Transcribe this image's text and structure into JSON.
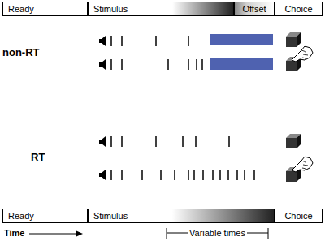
{
  "diagram": {
    "nodes": [
      {
        "text": [
          "Ready"
        ]
      },
      {
        "text": [
          "Stimulus"
        ]
      },
      {
        "text": [
          "Offset"
        ]
      },
      {
        "text": [
          "Choice"
        ]
      },
      {
        "text": [
          "Ready"
        ]
      },
      {
        "text": [
          "Stimulus"
        ]
      },
      {
        "text": [
          "Choice"
        ]
      }
    ],
    "labels": [
      "non-RT",
      "RT",
      "Variable times",
      "Time"
    ]
  }
}
